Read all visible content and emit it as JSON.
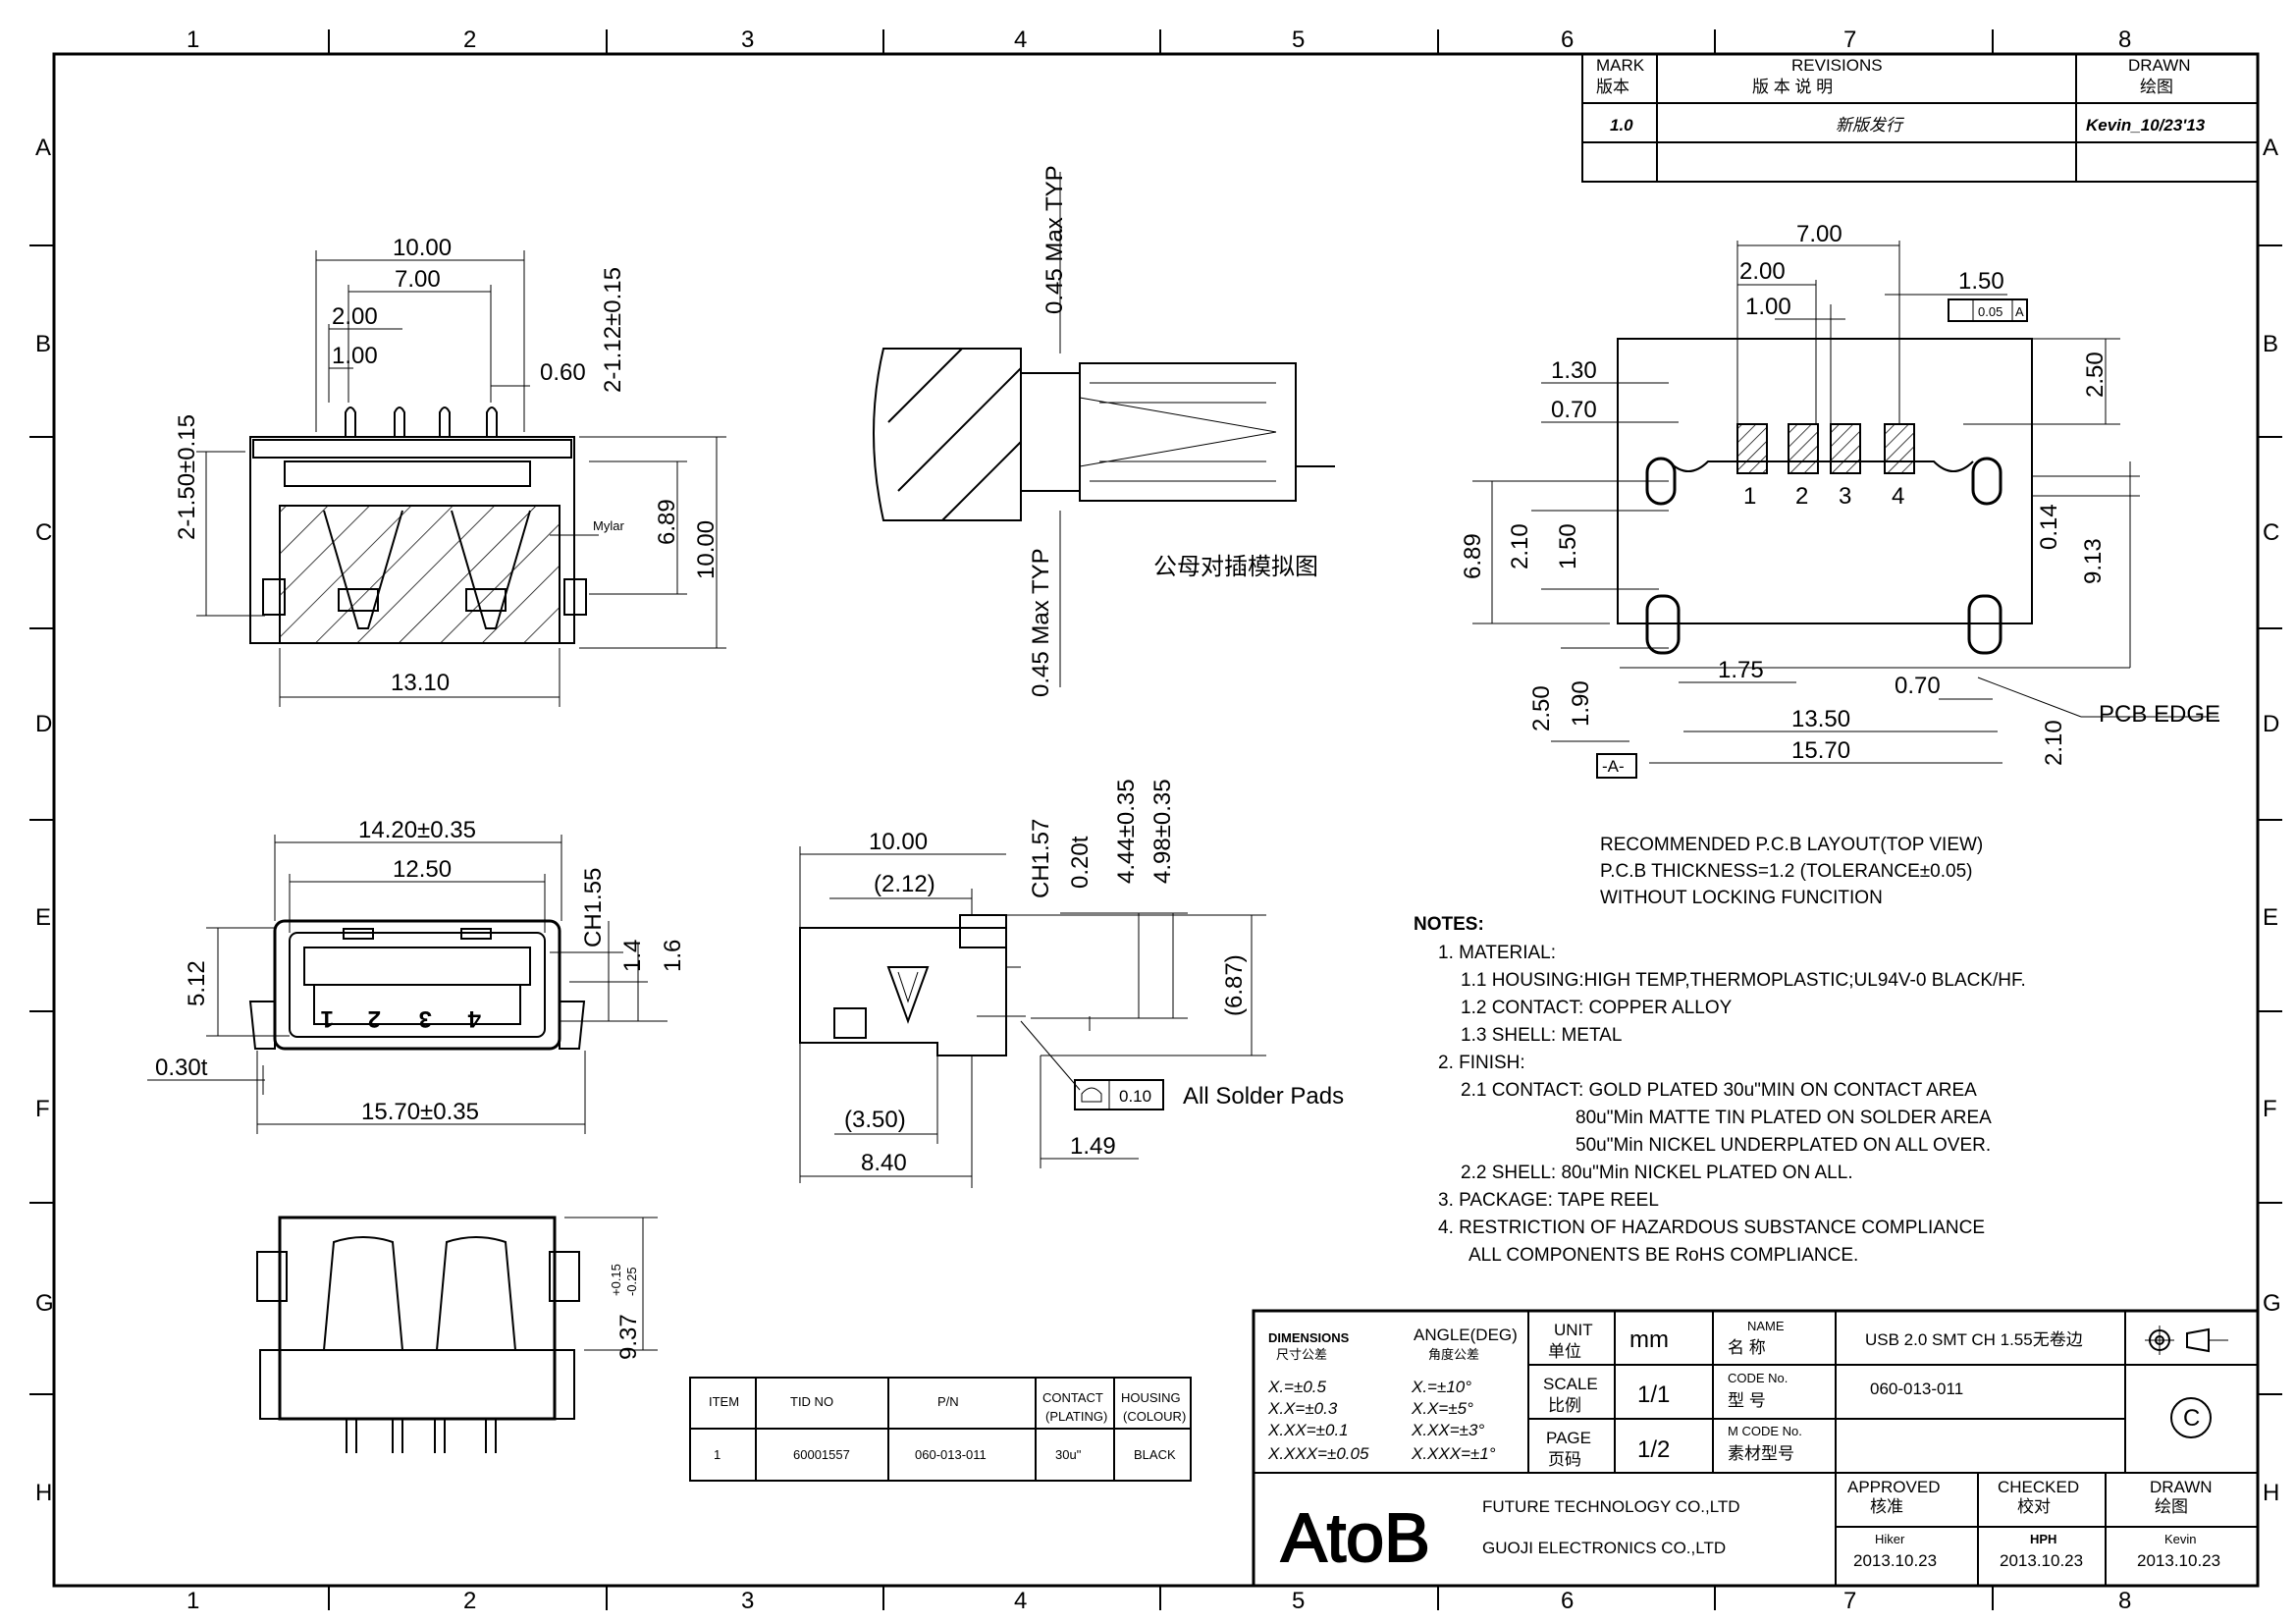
{
  "zones": {
    "cols": [
      "1",
      "2",
      "3",
      "4",
      "5",
      "6",
      "7",
      "8"
    ],
    "rows": [
      "A",
      "B",
      "C",
      "D",
      "E",
      "F",
      "G",
      "H"
    ]
  },
  "revisions": {
    "mark_hdr": "MARK",
    "mark_hdr_cn": "版本",
    "rev_hdr": "REVISIONS",
    "rev_hdr_cn": "版  本  说  明",
    "drawn_hdr": "DRAWN",
    "drawn_hdr_cn": "绘图",
    "row1_mark": "1.0",
    "row1_desc": "新版发行",
    "row1_drawn": "Kevin_10/23'13"
  },
  "top_view": {
    "d1": "10.00",
    "d2": "7.00",
    "d3": "2.00",
    "d4": "1.00",
    "d5": "0.60",
    "d6": "2-1.12±0.15",
    "d7": "2-1.50±0.15",
    "d8": "6.89",
    "d9": "10.00",
    "d10": "13.10",
    "mylar": "Mylar"
  },
  "mating": {
    "d1": "0.45 Max TYP",
    "d2": "0.45 Max TYP",
    "caption": "公母对插模拟图"
  },
  "pcb": {
    "d1": "7.00",
    "d2": "2.00",
    "d3": "1.00",
    "d4": "1.50",
    "tol": "0.05",
    "datum": "A",
    "d5": "1.30",
    "d6": "0.70",
    "d7": "2.50",
    "d8": "6.89",
    "d9": "2.10",
    "d10": "1.50",
    "d11": "0.14",
    "d12": "9.13",
    "d13": "1.75",
    "d14": "0.70",
    "d15": "13.50",
    "d16": "15.70",
    "d17": "2.50",
    "d18": "1.90",
    "d19": "2.10",
    "pins": [
      "1",
      "2",
      "3",
      "4"
    ],
    "edge": "PCB EDGE",
    "datum_box": "-A-"
  },
  "pcb_text": {
    "l1": "RECOMMENDED P.C.B LAYOUT(TOP VIEW)",
    "l2": "P.C.B THICKNESS=1.2 (TOLERANCE±0.05)",
    "l3": "WITHOUT LOCKING FUNCITION"
  },
  "front_view": {
    "d1": "14.20±0.35",
    "d2": "12.50",
    "d3": "5.12",
    "d4": "CH1.55",
    "d5": "1.4",
    "d6": "1.6",
    "d7": "0.30t",
    "d8": "15.70±0.35",
    "pins": [
      "1",
      "2",
      "3",
      "4"
    ]
  },
  "side_view": {
    "d1": "10.00",
    "d2": "(2.12)",
    "d3": "CH1.57",
    "d4": "0.20t",
    "d5": "4.44±0.35",
    "d6": "4.98±0.35",
    "d7": "(6.87)",
    "d8": "(3.50)",
    "d9": "8.40",
    "d10": "1.49",
    "flat": "0.10",
    "solder": "All Solder Pads"
  },
  "bottom_view": {
    "d1": "9.37",
    "tol_plus": "+0.15",
    "tol_minus": "-0.25"
  },
  "notes": {
    "title": "NOTES:",
    "lines": [
      "1. MATERIAL:",
      "1.1 HOUSING:HIGH TEMP,THERMOPLASTIC;UL94V-0 BLACK/HF.",
      "1.2 CONTACT: COPPER ALLOY",
      "1.3 SHELL: METAL",
      "2. FINISH:",
      "2.1 CONTACT: GOLD PLATED 30u\"MIN ON CONTACT AREA",
      "80u\"Min MATTE TIN PLATED ON SOLDER AREA",
      "50u\"Min NICKEL UNDERPLATED ON ALL OVER.",
      "2.2 SHELL: 80u\"Min NICKEL PLATED ON ALL.",
      "3. PACKAGE: TAPE REEL",
      "4. RESTRICTION OF HAZARDOUS SUBSTANCE COMPLIANCE",
      "ALL COMPONENTS BE RoHS COMPLIANCE."
    ]
  },
  "parts_table": {
    "headers": [
      "ITEM",
      "TID NO",
      "P/N",
      "CONTACT (PLATING)",
      "HOUSING (COLOUR)"
    ],
    "h4a": "CONTACT",
    "h4b": "(PLATING)",
    "h5a": "HOUSING",
    "h5b": "(COLOUR)",
    "row": [
      "1",
      "60001557",
      "060-013-011",
      "30u\"",
      "BLACK"
    ]
  },
  "title_block": {
    "dim_hdr": "DIMENSIONS",
    "dim_hdr_cn": "尺寸公差",
    "ang_hdr": "ANGLE(DEG)",
    "ang_hdr_cn": "角度公差",
    "tol": [
      "X.=±0.5",
      "X.X=±0.3",
      "X.XX=±0.1",
      "X.XXX=±0.05"
    ],
    "ang": [
      "X.=±10°",
      "X.X=±5°",
      "X.XX=±3°",
      "X.XXX=±1°"
    ],
    "unit_lbl": "UNIT",
    "unit_cn": "单位",
    "unit_val": "mm",
    "scale_lbl": "SCALE",
    "scale_cn": "比例",
    "scale_val": "1/1",
    "page_lbl": "PAGE",
    "page_cn": "页码",
    "page_val": "1/2",
    "name_lbl": "NAME",
    "name_cn": "名  称",
    "name_val": "USB 2.0 SMT CH 1.55无卷边",
    "code_lbl": "CODE No.",
    "code_cn": "型  号",
    "code_val": "060-013-011",
    "mcode_lbl": "M CODE No.",
    "mcode_cn": "素材型号",
    "logo": "AtoB",
    "company1": "FUTURE TECHNOLOGY CO.,LTD",
    "company2": "GUOJI ELECTRONICS CO.,LTD",
    "approved": "APPROVED",
    "approved_cn": "核准",
    "approved_by": "Hiker",
    "approved_date": "2013.10.23",
    "checked": "CHECKED",
    "checked_cn": "校对",
    "checked_by": "HPH",
    "checked_date": "2013.10.23",
    "drawn": "DRAWN",
    "drawn_cn": "绘图",
    "drawn_by": "Kevin",
    "drawn_date": "2013.10.23",
    "rev_symbol": "C"
  }
}
